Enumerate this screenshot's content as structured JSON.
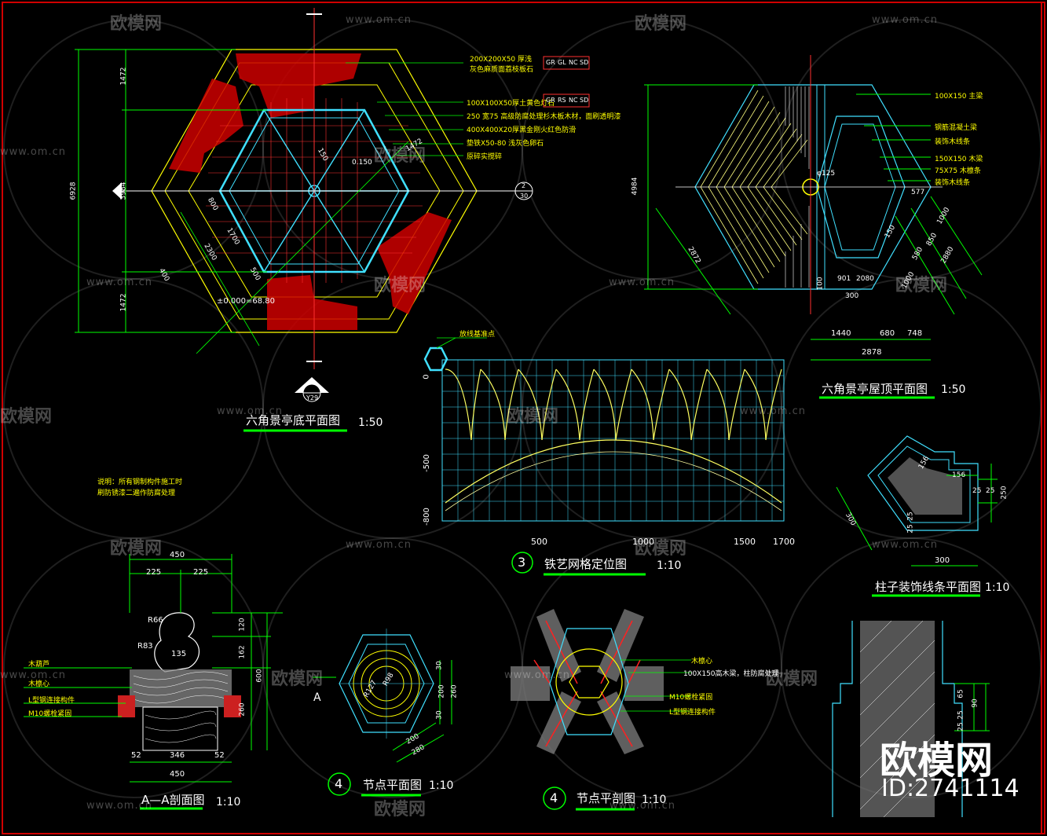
{
  "titles": {
    "base_plan": "六角景亭底平面图",
    "base_plan_scale": "1:50",
    "roof_plan": "六角景亭屋顶平面图",
    "roof_plan_scale": "1:50",
    "iron_grid": "铁艺网格定位图",
    "iron_grid_scale": "1:10",
    "iron_grid_num": "3",
    "column_trim": "柱子装饰线条平面图",
    "column_trim_scale": "1:10",
    "section_aa": "A—A剖面图",
    "section_aa_scale": "1:10",
    "node_plan": "节点平面图",
    "node_plan_scale": "1:10",
    "node_plan_num": "4",
    "node_section": "节点平剖图",
    "node_section_scale": "1:10",
    "node_section_num": "4"
  },
  "watermark": {
    "url": "www.om.cn",
    "brand": "欧模网",
    "big_brand": "欧模网",
    "id": "ID:2741114"
  },
  "base_plan": {
    "dims": [
      "1472",
      "3984",
      "1472",
      "6928",
      "800",
      "1700",
      "2300",
      "500",
      "400",
      "1472",
      "0.150",
      "150",
      "±0.000=68.80"
    ],
    "notes": [
      "200X200X50 厚浅灰色麻质面荔枝板石",
      "100X100X50厚土黄色灯石",
      "250 宽75 高级防腐处理杉木板木材，面刷透明漆",
      "400X400X20厚黑金刚火红色防滑",
      "垫铁X50-80 浅灰色卵石",
      "原碎实搅碎"
    ],
    "tags1": [
      "GR",
      "GL",
      "NC",
      "SD"
    ],
    "tags2": [
      "GR",
      "RS",
      "NC",
      "SD"
    ],
    "marker_top": "2",
    "marker_bottom": "30",
    "section_marker_top": "A",
    "section_marker_bottom": "Y29"
  },
  "roof_plan": {
    "dims": [
      "4984",
      "2872",
      "1440",
      "680",
      "748",
      "2878",
      "1000",
      "2880",
      "577",
      "300",
      "100",
      "901",
      "2080",
      "150",
      "1000",
      "580",
      "850"
    ],
    "notes": [
      "100X150 主梁",
      "钢筋混凝土梁",
      "装饰木线条",
      "150X150 木梁",
      "75X75 木檩条",
      "装饰木线条"
    ],
    "center_label": "φ125"
  },
  "iron_grid": {
    "label_top": "放线基准点",
    "y_labels": [
      "0",
      "-500",
      "-800"
    ],
    "x_labels": [
      "500",
      "1000",
      "1500",
      "1700"
    ]
  },
  "column_trim": {
    "dims": [
      "156",
      "156",
      "25",
      "25",
      "250",
      "25",
      "25",
      "300",
      "300"
    ]
  },
  "section_aa": {
    "dims": [
      "450",
      "225",
      "225",
      "120",
      "162",
      "600",
      "260",
      "52",
      "346",
      "52",
      "450",
      "R66",
      "R83",
      "135"
    ],
    "notes": [
      "木葫芦",
      "木檩心",
      "L型钢连接构件",
      "M10螺栓紧固"
    ]
  },
  "node_plan": {
    "dims": [
      "R127",
      "R98",
      "30",
      "200",
      "30",
      "260",
      "200",
      "280"
    ],
    "section_mark": "A"
  },
  "node_section": {
    "notes": [
      "木檩心",
      "100X150高木梁，柱防腐处理",
      "M10螺栓紧固",
      "L型钢连接构件"
    ]
  },
  "detail_bottom_right": {
    "dims": [
      "65",
      "90",
      "25",
      "25"
    ]
  },
  "general_note": {
    "line1": "说明：所有钢制构件施工时",
    "line2": "刷防锈漆二遍作防腐处理"
  }
}
